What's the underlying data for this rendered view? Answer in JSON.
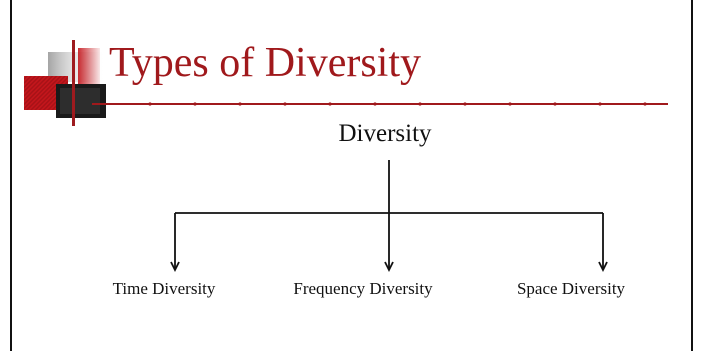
{
  "slide": {
    "title": "Types of Diversity"
  },
  "diagram": {
    "root": "Diversity",
    "children": [
      "Time Diversity",
      "Frequency Diversity",
      "Space Diversity"
    ]
  },
  "colors": {
    "title": "#a0191c",
    "accent_red": "#c4161c",
    "line": "#111111"
  }
}
